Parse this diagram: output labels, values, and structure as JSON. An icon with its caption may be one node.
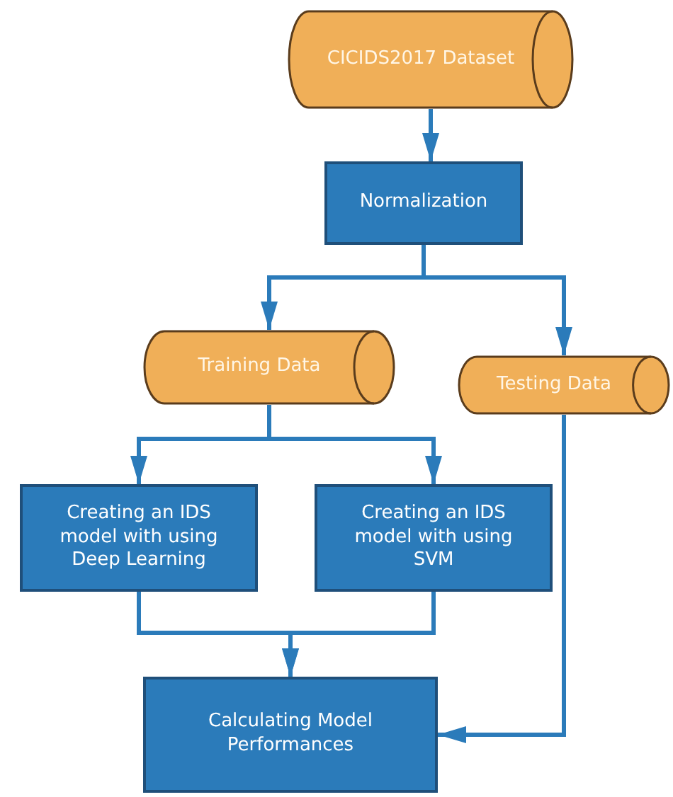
{
  "diagram": {
    "nodes": [
      {
        "text": [
          "CICIDS2017 Dataset"
        ]
      },
      {
        "text": [
          "Normalization"
        ]
      },
      {
        "text": [
          "Training Data"
        ]
      },
      {
        "text": [
          "Testing Data"
        ]
      },
      {
        "text": [
          "Creating an IDS model with using Deep Learning"
        ]
      },
      {
        "text": [
          "Creating an IDS model with using SVM"
        ]
      },
      {
        "text": [
          "Calculating Model Performances"
        ]
      }
    ],
    "edges": [
      {
        "from": 0,
        "to": 1,
        "arrow": "to"
      },
      {
        "from": 1,
        "to": 2,
        "arrow": "to"
      },
      {
        "from": 1,
        "to": 3,
        "arrow": "to"
      },
      {
        "from": 2,
        "to": 4,
        "arrow": "to"
      },
      {
        "from": 2,
        "to": 5,
        "arrow": "to"
      },
      {
        "from": 4,
        "to": 6,
        "arrow": "to"
      },
      {
        "from": 5,
        "to": 6,
        "arrow": "to"
      },
      {
        "from": 3,
        "to": 6,
        "arrow": "to"
      }
    ]
  }
}
